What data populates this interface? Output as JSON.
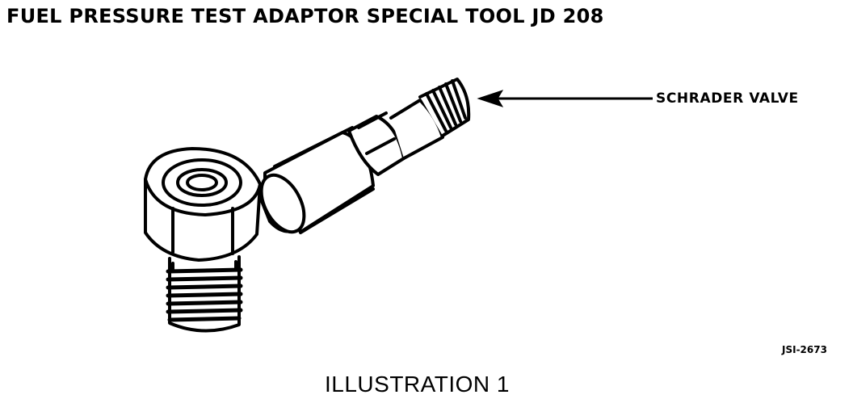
{
  "title": "FUEL PRESSURE TEST ADAPTOR SPECIAL TOOL JD 208",
  "callout_label": "SCHRADER VALVE",
  "figure_code": "JSI-2673",
  "caption": "ILLUSTRATION 1",
  "colors": {
    "ink": "#000000",
    "paper": "#ffffff"
  }
}
